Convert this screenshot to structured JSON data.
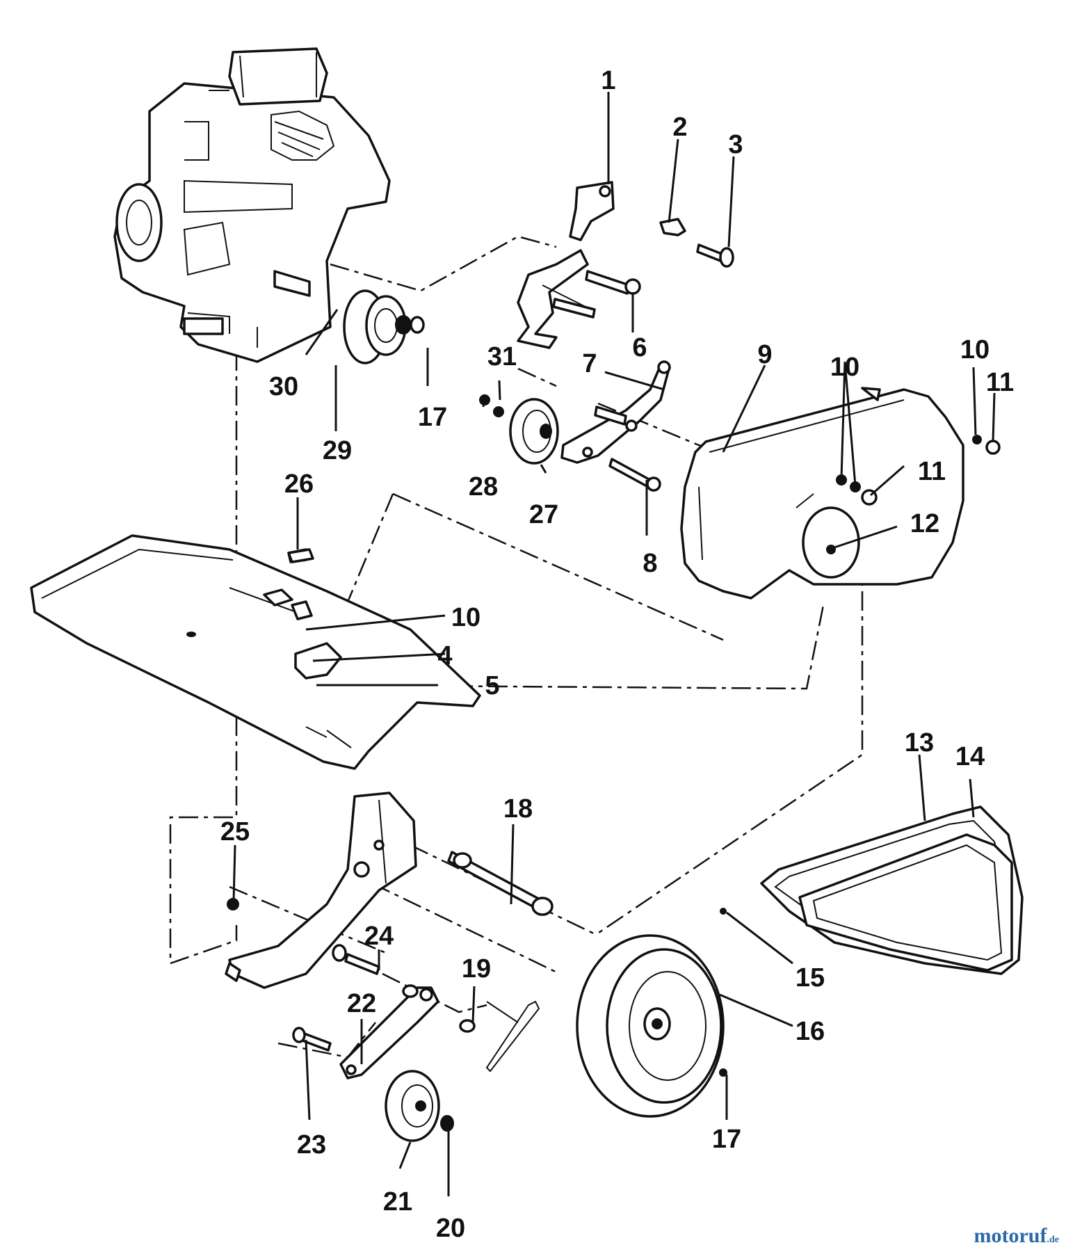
{
  "diagram": {
    "labels": [
      "1",
      "2",
      "3",
      "4",
      "5",
      "6",
      "7",
      "8",
      "9",
      "10",
      "10",
      "10",
      "10",
      "11",
      "11",
      "12",
      "13",
      "14",
      "15",
      "16",
      "17",
      "17",
      "17",
      "18",
      "19",
      "20",
      "21",
      "22",
      "23",
      "24",
      "25",
      "26",
      "27",
      "28",
      "29",
      "30",
      "31"
    ]
  },
  "watermark": {
    "part1": "motoruf",
    "part2": "",
    "suffix": ".de"
  }
}
